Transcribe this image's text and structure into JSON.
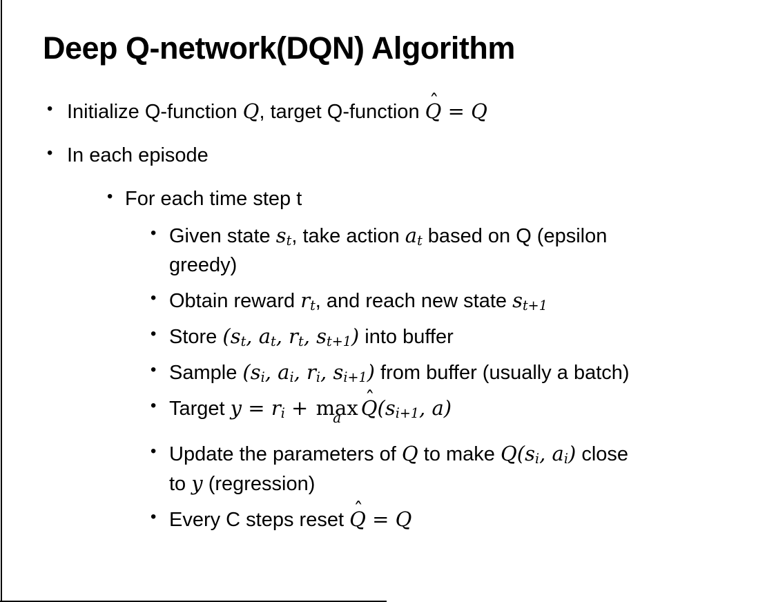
{
  "slide": {
    "title": "Deep Q-network(DQN) Algorithm",
    "bullet_glyph": "•",
    "colors": {
      "background": "#ffffff",
      "text": "#000000",
      "frame_line": "#000000"
    },
    "bullets": [
      {
        "level": 1,
        "segments": [
          {
            "t": "Initialize Q-function "
          },
          {
            "t": "Q",
            "math": true
          },
          {
            "t": ", target Q-function "
          },
          {
            "t": "Q",
            "math": true,
            "hat": true
          },
          {
            "t": " = ",
            "math": true
          },
          {
            "t": "Q",
            "math": true
          }
        ]
      },
      {
        "level": 1,
        "segments": [
          {
            "t": "In each episode"
          }
        ]
      },
      {
        "level": 2,
        "segments": [
          {
            "t": "For each time step t"
          }
        ]
      },
      {
        "level": 3,
        "segments": [
          {
            "t": "Given state "
          },
          {
            "t": "s",
            "math": true
          },
          {
            "t": "t",
            "math": true,
            "sub": true
          },
          {
            "t": ", take action "
          },
          {
            "t": "a",
            "math": true
          },
          {
            "t": "t",
            "math": true,
            "sub": true
          },
          {
            "t": " based on Q (epsilon"
          },
          {
            "br": true
          },
          {
            "t": "greedy)"
          }
        ]
      },
      {
        "level": 3,
        "segments": [
          {
            "t": "Obtain reward "
          },
          {
            "t": "r",
            "math": true
          },
          {
            "t": "t",
            "math": true,
            "sub": true
          },
          {
            "t": ", and reach new state "
          },
          {
            "t": "s",
            "math": true
          },
          {
            "t": "t+1",
            "math": true,
            "sub": true
          }
        ]
      },
      {
        "level": 3,
        "segments": [
          {
            "t": "Store "
          },
          {
            "t": "(",
            "math": true
          },
          {
            "t": "s",
            "math": true
          },
          {
            "t": "t",
            "math": true,
            "sub": true
          },
          {
            "t": ", ",
            "math": true
          },
          {
            "t": "a",
            "math": true
          },
          {
            "t": "t",
            "math": true,
            "sub": true
          },
          {
            "t": ", ",
            "math": true
          },
          {
            "t": "r",
            "math": true
          },
          {
            "t": "t",
            "math": true,
            "sub": true
          },
          {
            "t": ", ",
            "math": true
          },
          {
            "t": "s",
            "math": true
          },
          {
            "t": "t+1",
            "math": true,
            "sub": true
          },
          {
            "t": ")",
            "math": true
          },
          {
            "t": " into buffer"
          }
        ]
      },
      {
        "level": 3,
        "segments": [
          {
            "t": "Sample "
          },
          {
            "t": "(",
            "math": true
          },
          {
            "t": "s",
            "math": true
          },
          {
            "t": "i",
            "math": true,
            "sub": true
          },
          {
            "t": ", ",
            "math": true
          },
          {
            "t": "a",
            "math": true
          },
          {
            "t": "i",
            "math": true,
            "sub": true
          },
          {
            "t": ", ",
            "math": true
          },
          {
            "t": "r",
            "math": true
          },
          {
            "t": "i",
            "math": true,
            "sub": true
          },
          {
            "t": ", ",
            "math": true
          },
          {
            "t": "s",
            "math": true
          },
          {
            "t": "i+1",
            "math": true,
            "sub": true
          },
          {
            "t": ")",
            "math": true
          },
          {
            "t": " from buffer (usually a batch)"
          }
        ]
      },
      {
        "level": 3,
        "segments": [
          {
            "t": "Target "
          },
          {
            "t": "y",
            "math": true
          },
          {
            "t": " = ",
            "math": true
          },
          {
            "t": "r",
            "math": true
          },
          {
            "t": "i",
            "math": true,
            "sub": true
          },
          {
            "t": " + ",
            "math": true
          },
          {
            "t": "max",
            "limop": true,
            "limit": "a"
          },
          {
            "t": "Q",
            "math": true,
            "hat": true
          },
          {
            "t": "(",
            "math": true
          },
          {
            "t": "s",
            "math": true
          },
          {
            "t": "i+1",
            "math": true,
            "sub": true
          },
          {
            "t": ", ",
            "math": true
          },
          {
            "t": "a",
            "math": true
          },
          {
            "t": ")",
            "math": true
          }
        ]
      },
      {
        "level": 3,
        "segments": [
          {
            "t": "Update the parameters of "
          },
          {
            "t": "Q",
            "math": true
          },
          {
            "t": " to make "
          },
          {
            "t": "Q",
            "math": true
          },
          {
            "t": "(",
            "math": true
          },
          {
            "t": "s",
            "math": true
          },
          {
            "t": "i",
            "math": true,
            "sub": true
          },
          {
            "t": ", ",
            "math": true
          },
          {
            "t": "a",
            "math": true
          },
          {
            "t": "i",
            "math": true,
            "sub": true
          },
          {
            "t": ")",
            "math": true
          },
          {
            "t": " close"
          },
          {
            "br": true
          },
          {
            "t": "to "
          },
          {
            "t": "y",
            "math": true
          },
          {
            "t": " (regression)"
          }
        ]
      },
      {
        "level": 3,
        "segments": [
          {
            "t": "Every C steps reset "
          },
          {
            "t": "Q",
            "math": true,
            "hat": true
          },
          {
            "t": " = ",
            "math": true
          },
          {
            "t": "Q",
            "math": true
          }
        ]
      }
    ]
  }
}
